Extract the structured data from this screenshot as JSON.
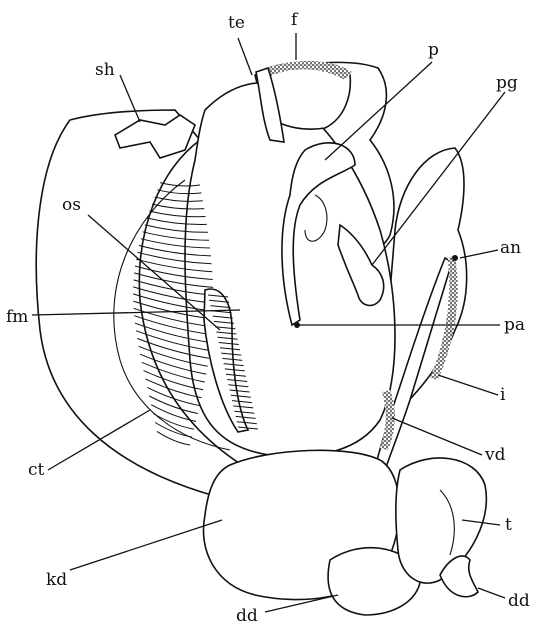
{
  "figure": {
    "labels": {
      "te": "te",
      "f": "f",
      "sh": "sh",
      "p": "p",
      "pg": "pg",
      "os": "os",
      "an": "an",
      "fm": "fm",
      "pa": "pa",
      "i": "i",
      "ct": "ct",
      "vd": "vd",
      "t": "t",
      "kd": "kd",
      "dd_left": "dd",
      "dd_right": "dd"
    },
    "colors": {
      "ink": "#111111",
      "paper": "#ffffff"
    }
  }
}
